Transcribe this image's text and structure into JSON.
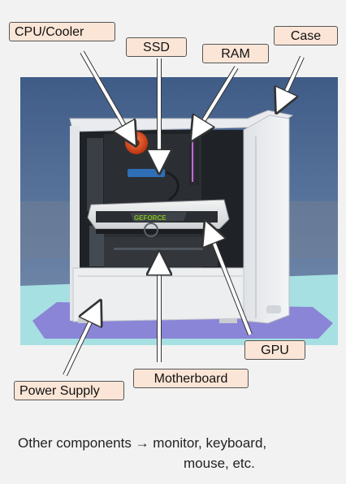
{
  "labels": {
    "cpu": "CPU/Cooler",
    "ssd": "SSD",
    "ram": "RAM",
    "case": "Case",
    "gpu": "GPU",
    "motherboard": "Motherboard",
    "psu": "Power Supply"
  },
  "gpu_logo": "GEFORCE",
  "footnote": {
    "line1": "Other components → monitor, keyboard,",
    "line2": "mouse, etc."
  },
  "colors": {
    "label_fill": "#fbe5d6",
    "sky": "#4d6a94",
    "floor": "#a7e0e2",
    "mat": "#8a85d6",
    "case_body": "#e8eaec",
    "interior": "#1f2226",
    "cpu_fan": "#d2441e",
    "ssd": "#2f6fb7",
    "ram_led": "#c06ad8",
    "gpu_accent": "#86c21a"
  }
}
